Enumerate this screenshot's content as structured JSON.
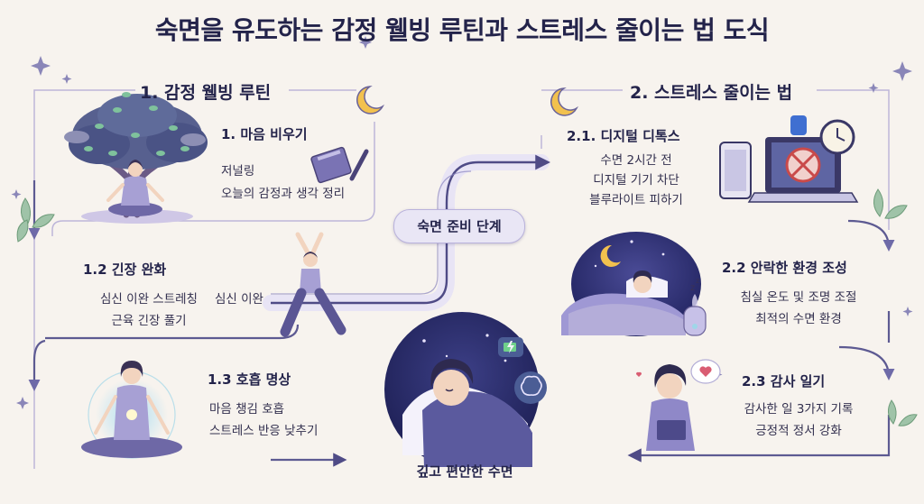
{
  "title": "숙면을 유도하는 감정 웰빙 루틴과 스트레스 줄이는 법 도식",
  "left_section": {
    "heading": "1. 감정 웰빙 루틴",
    "steps": [
      {
        "title": "1. 마음 비우기",
        "lines": [
          "저널링",
          "오늘의 감정과 생각 정리"
        ]
      },
      {
        "title": "1.2 긴장 완화",
        "lines": [
          "심신 이완 스트레칭",
          "근육 긴장 풀기"
        ],
        "side_label": "심신 이완"
      },
      {
        "title": "1.3 호흡 명상",
        "lines": [
          "마음 챙김 호흡",
          "스트레스 반응 낮추기"
        ]
      }
    ]
  },
  "center_label": "숙면 준비 단계",
  "right_section": {
    "heading": "2. 스트레스 줄이는 법",
    "steps": [
      {
        "title": "2.1. 디지털 디톡스",
        "lines": [
          "수면 2시간 전",
          "디지털 기기 차단",
          "블루라이트 피하기"
        ]
      },
      {
        "title": "2.2 안락한 환경 조성",
        "lines": [
          "침실 온도 및 조명 조절",
          "최적의 수면 환경"
        ]
      },
      {
        "title": "2.3 감사 일기",
        "lines": [
          "감사한 일 3가지 기록",
          "긍정적 정서 강화"
        ]
      }
    ]
  },
  "result_label": "깊고 편안한 수면",
  "icons": [
    "sparkle-icon",
    "moon-icon",
    "tree-icon",
    "notebook-icon",
    "pen-icon",
    "phone-icon",
    "laptop-icon",
    "clock-icon",
    "no-sign-icon",
    "battery-icon",
    "brain-icon",
    "heart-icon",
    "humidifier-icon",
    "leaf-icon"
  ],
  "colors": {
    "background": "#f7f3ee",
    "flow_arrow": "#5d5a92",
    "accent": "#7b6fc0",
    "moon": "#f2c14e"
  }
}
